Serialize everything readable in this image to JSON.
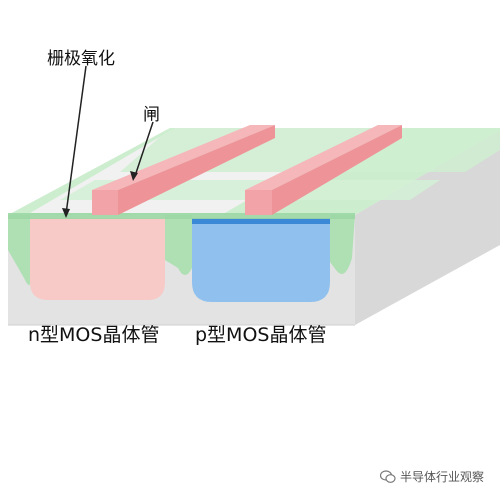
{
  "labels": {
    "gate_oxide": "栅极氧化",
    "gate": "闸",
    "nmos": "n型MOS晶体管",
    "pmos": "p型MOS晶体管"
  },
  "watermark": {
    "text": "半导体行业观察",
    "icon": "wechat-icon"
  },
  "colors": {
    "substrate_top": "#f1f1f1",
    "substrate_front": "#e2e2e2",
    "substrate_side": "#d4d4d4",
    "oxide_green": "#bfe8c3",
    "oxide_green_dark": "#8fd39a",
    "gate_pink": "#f3a2a6",
    "gate_pink_top": "#f6c0c3",
    "n_well": "#f7c7c5",
    "p_well": "#8ec0ee",
    "p_well_top": "#3c88d8"
  }
}
